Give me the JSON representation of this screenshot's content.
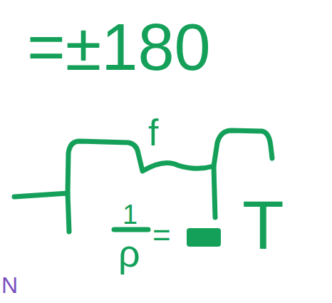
{
  "diagram": {
    "labels": [
      "=±180",
      "f",
      "1",
      "ρ",
      "=",
      "T",
      "N"
    ]
  }
}
